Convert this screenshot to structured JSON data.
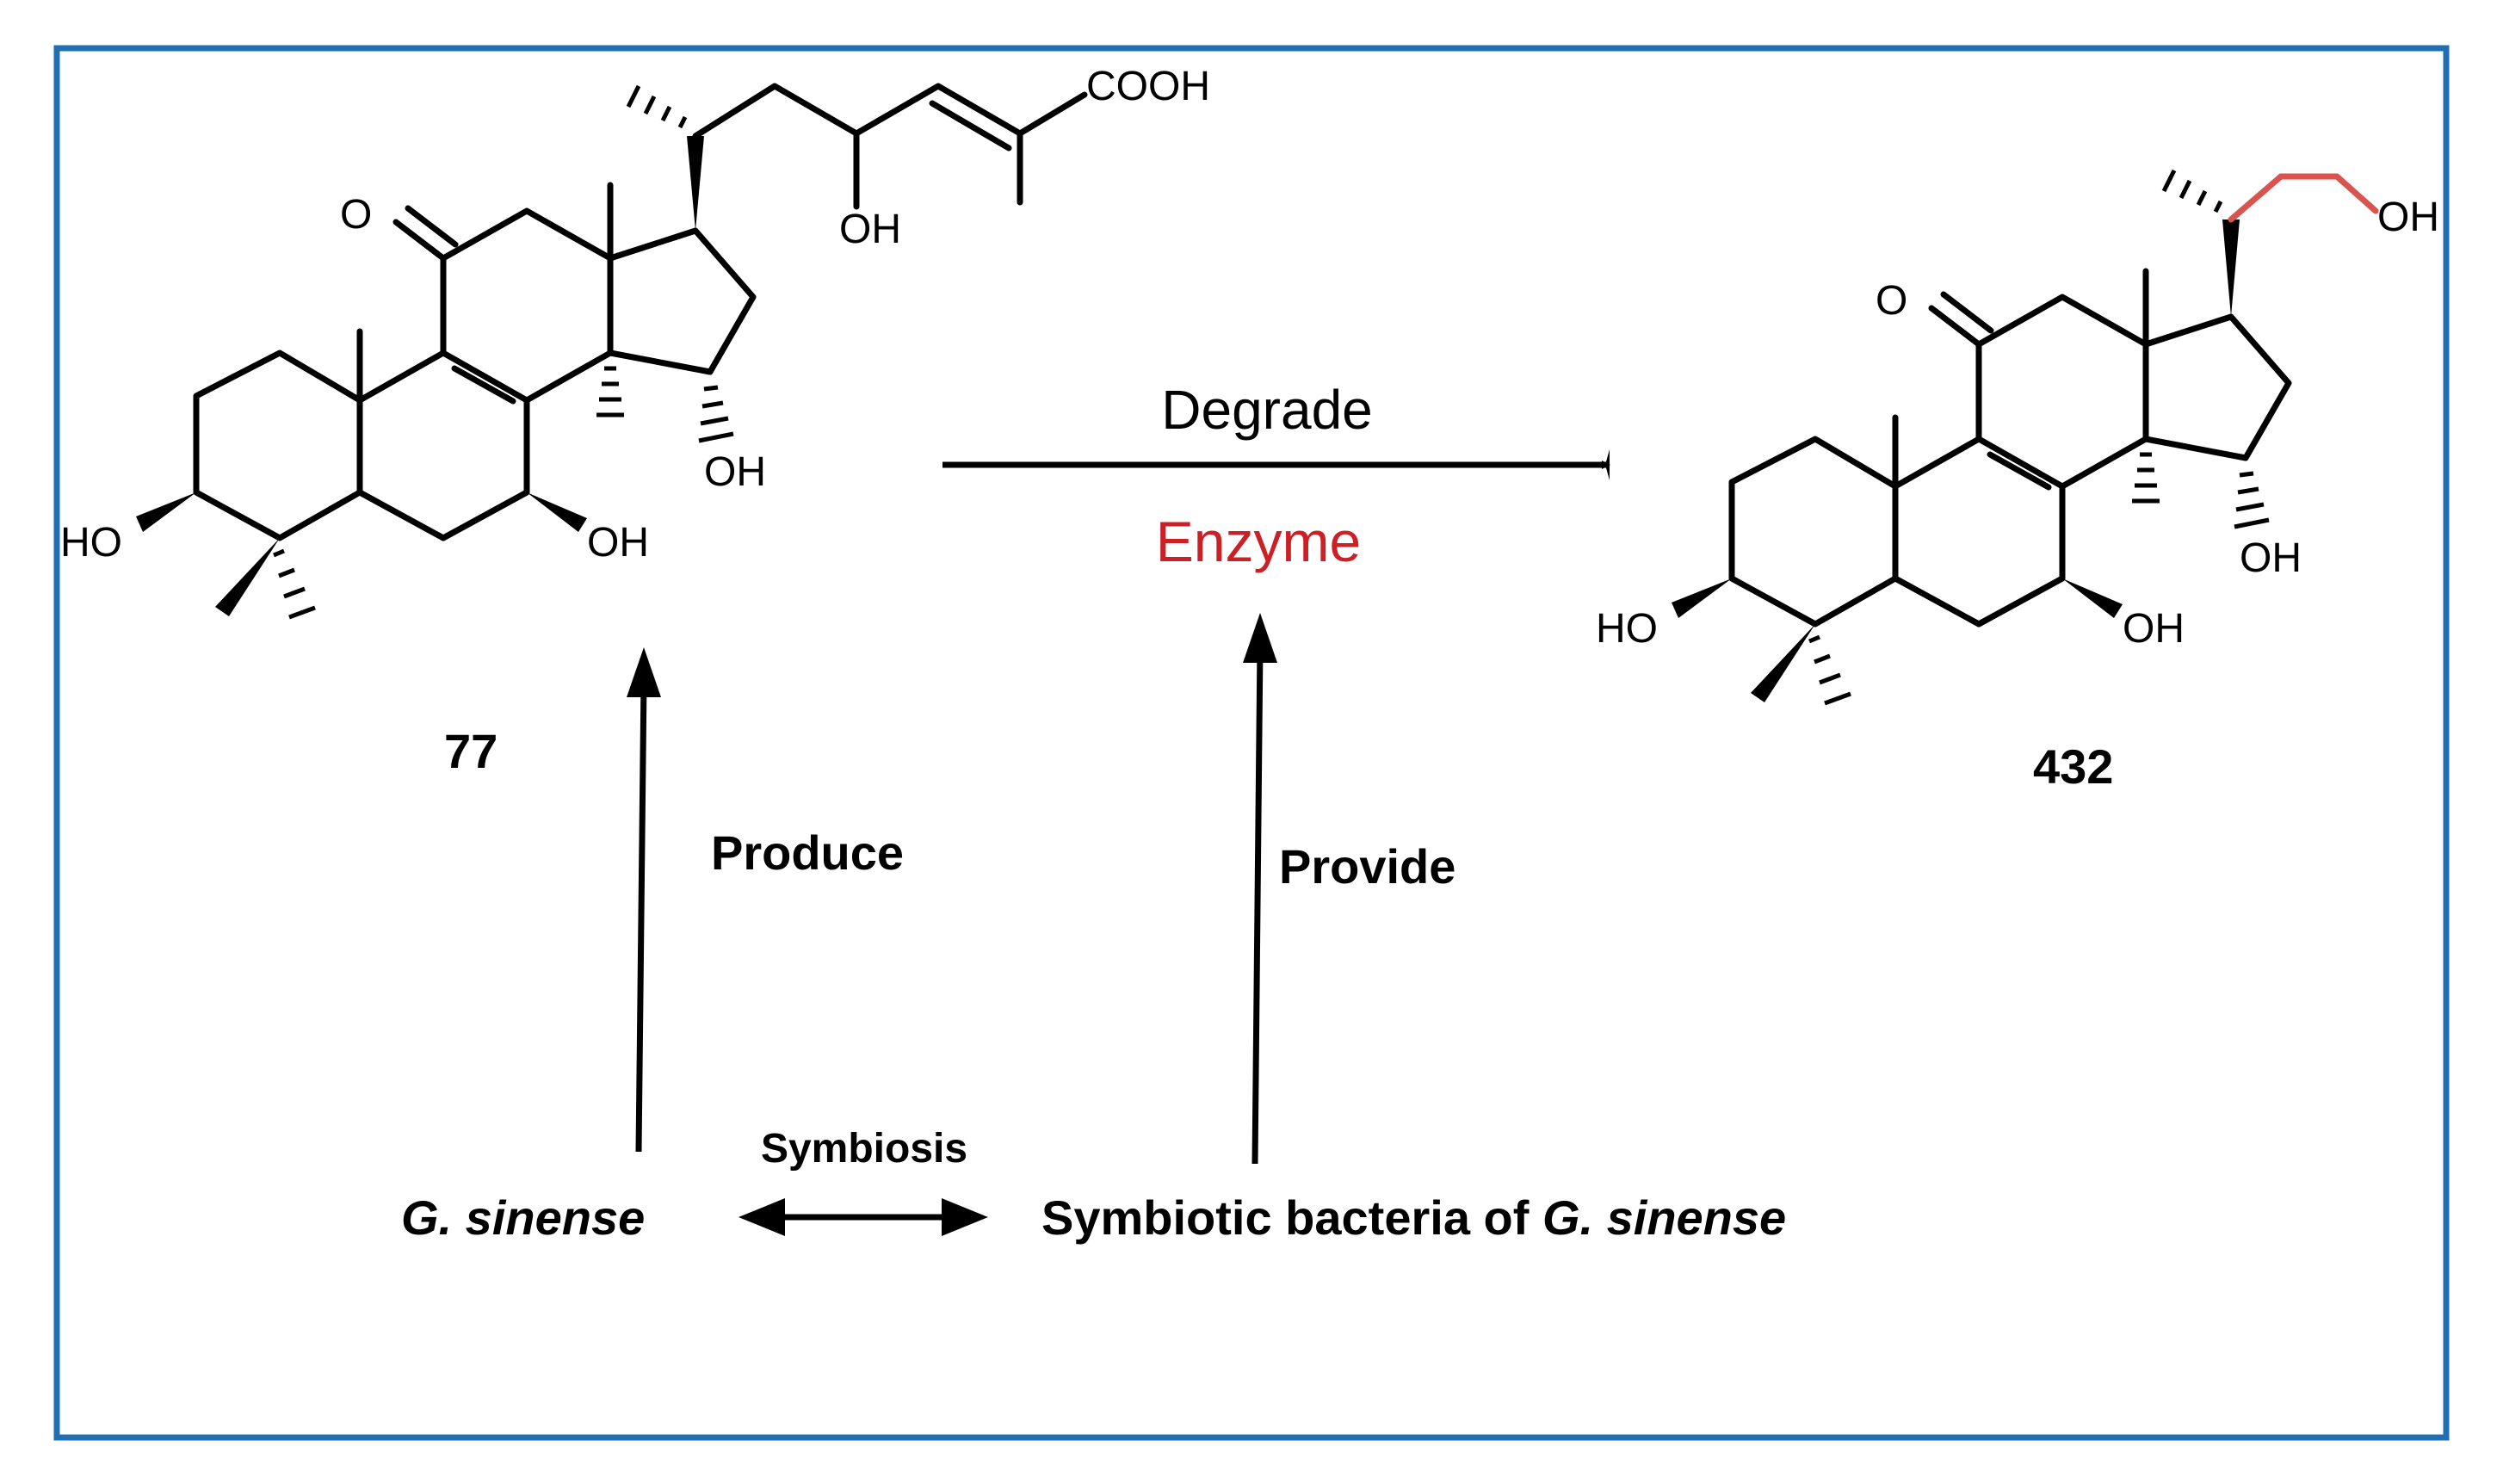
{
  "compounds": {
    "left": {
      "id": "77",
      "atoms": {
        "oxo": "O",
        "cooh": "COOH",
        "oh_side": "OH",
        "oh_15": "OH",
        "oh_7": "OH",
        "ho_3": "HO"
      }
    },
    "right": {
      "id": "432",
      "atoms": {
        "oxo": "O",
        "oh_side": "OH",
        "oh_15": "OH",
        "oh_7": "OH",
        "ho_3": "HO"
      }
    }
  },
  "arrows": {
    "degrade": "Degrade",
    "enzyme": "Enzyme",
    "produce": "Produce",
    "provide": "Provide",
    "symbiosis": "Symbiosis"
  },
  "organisms": {
    "fungus": "G. sinense",
    "bacteria_prefix": "Symbiotic bacteria of ",
    "bacteria_species": "G. sinense"
  },
  "colors": {
    "frame": "#1f6fb2",
    "enzyme": "#cc2027",
    "highlight_bond": "#d9534f",
    "ink": "#000000"
  }
}
